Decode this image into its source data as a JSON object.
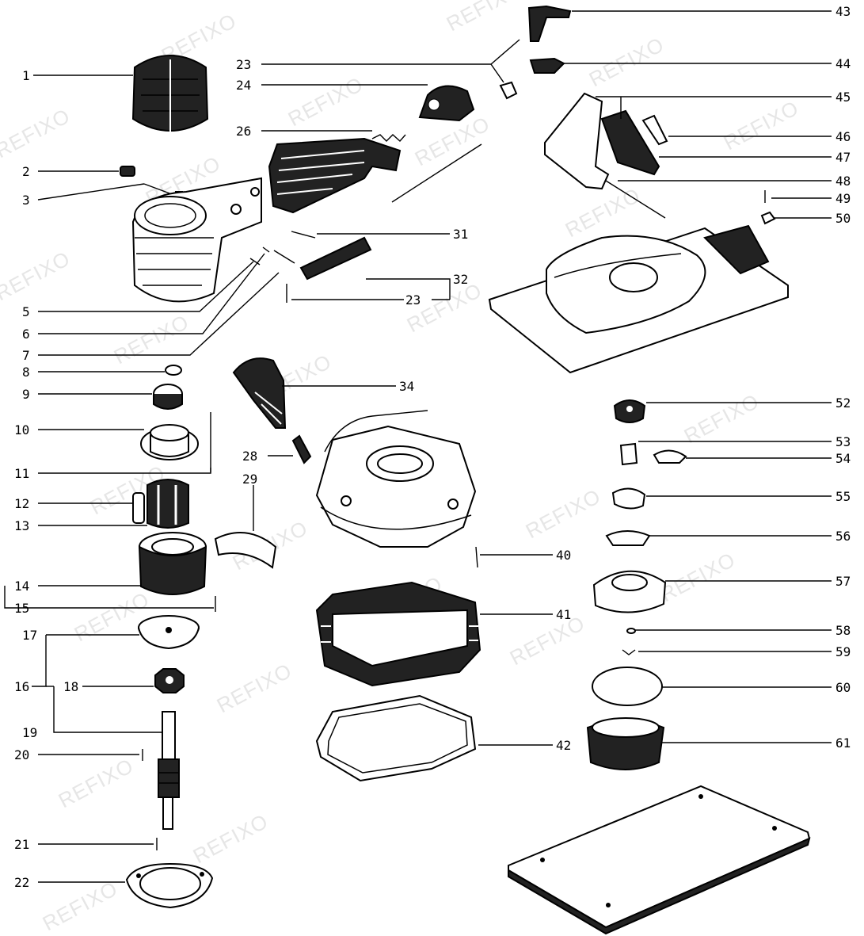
{
  "watermark": "REFIXO",
  "parts": {
    "p1": "1",
    "p2": "2",
    "p3": "3",
    "p5": "5",
    "p6": "6",
    "p7": "7",
    "p8": "8",
    "p9": "9",
    "p10": "10",
    "p11": "11",
    "p12": "12",
    "p13": "13",
    "p14": "14",
    "p15": "15",
    "p16": "16",
    "p17": "17",
    "p18": "18",
    "p19": "19",
    "p20": "20",
    "p21": "21",
    "p22": "22",
    "p23a": "23",
    "p24": "24",
    "p26": "26",
    "p28": "28",
    "p29": "29",
    "p31": "31",
    "p32": "32",
    "p23b": "23",
    "p34": "34",
    "p40": "40",
    "p41": "41",
    "p42": "42",
    "p43": "43",
    "p44": "44",
    "p45": "45",
    "p46": "46",
    "p47": "47",
    "p48": "48",
    "p49": "49",
    "p50": "50",
    "p52": "52",
    "p53": "53",
    "p54": "54",
    "p55": "55",
    "p56": "56",
    "p57": "57",
    "p58": "58",
    "p59": "59",
    "p60": "60",
    "p61": "61"
  }
}
